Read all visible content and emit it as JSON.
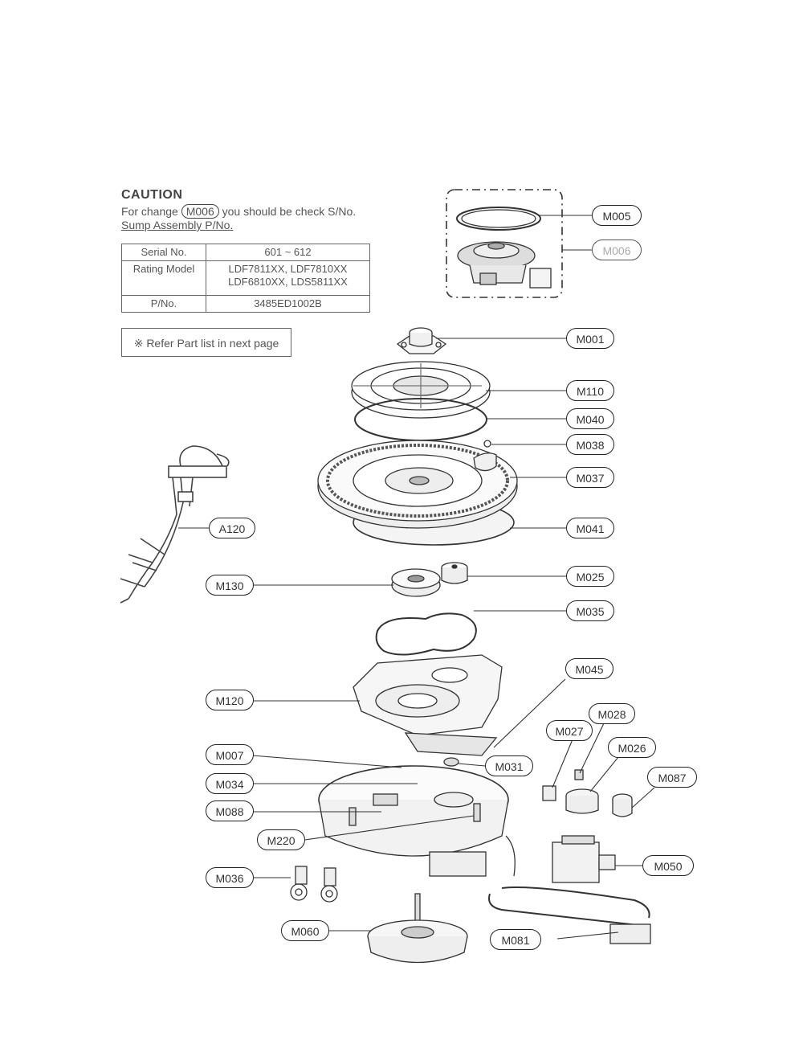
{
  "caution": {
    "title": "CAUTION",
    "line1_prefix": "For change",
    "line1_part": "M006",
    "line1_suffix": "you should be check S/No.",
    "line2": "Sump Assembly P/No."
  },
  "spec_table": {
    "rows": [
      {
        "key": "Serial No.",
        "value": "601 ~ 612"
      },
      {
        "key": "Rating Model",
        "value": "LDF7811XX,  LDF7810XX",
        "value2": "LDF6810XX,  LDS5811XX"
      },
      {
        "key": "P/No.",
        "value": "3485ED1002B"
      }
    ]
  },
  "refer_note": "※ Refer Part list in next page",
  "callouts": {
    "M005": "M005",
    "M006": "M006",
    "M001": "M001",
    "M110": "M110",
    "M040": "M040",
    "M038": "M038",
    "M037": "M037",
    "A120": "A120",
    "M041": "M041",
    "M130": "M130",
    "M025": "M025",
    "M035": "M035",
    "M045": "M045",
    "M120": "M120",
    "M028": "M028",
    "M027": "M027",
    "M026": "M026",
    "M007": "M007",
    "M031": "M031",
    "M087": "M087",
    "M034": "M034",
    "M088": "M088",
    "M220": "M220",
    "M050": "M050",
    "M036": "M036",
    "M060": "M060",
    "M081": "M081"
  }
}
